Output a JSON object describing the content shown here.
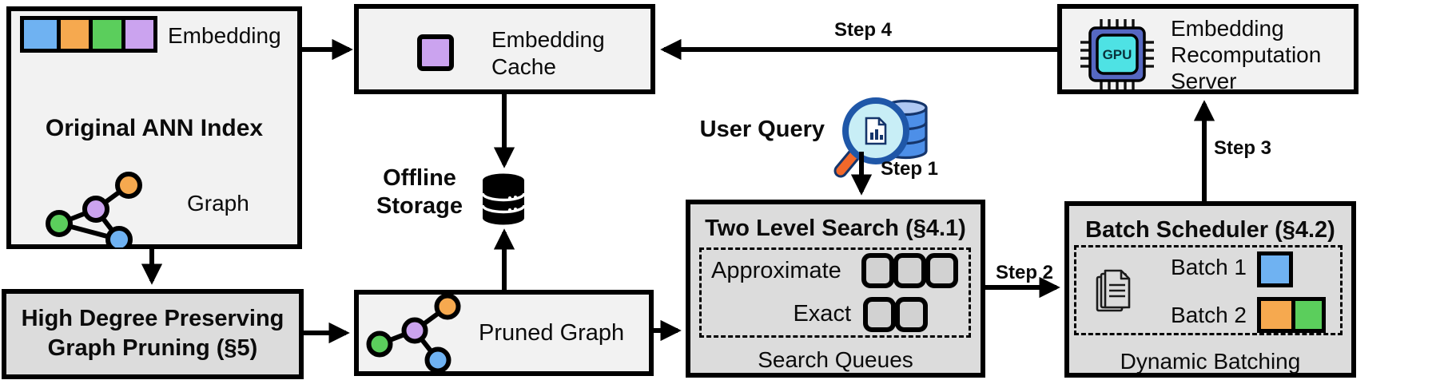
{
  "colors": {
    "blue": "#6FB2F2",
    "orange": "#F6A94F",
    "green": "#5BCE5C",
    "purple": "#CBA3EF",
    "box_light": "#F2F2F2",
    "box_dark": "#DCDCDC",
    "queue_fill": "#D2D2D2",
    "gpu_body": "#5668C2",
    "gpu_screen": "#4EE2E4",
    "db_blue": "#4D8FE8",
    "db_blue_light": "#AFC8F2",
    "lens_fill": "#C8EEF6",
    "lens_rim": "#1F57A8",
    "handle_orange": "#F2682A"
  },
  "ann_index": {
    "embedding_label": "Embedding",
    "embedding_colors": [
      "blue",
      "orange",
      "green",
      "purple"
    ],
    "title": "Original ANN Index",
    "graph_label": "Graph"
  },
  "embedding_cache": {
    "line1": "Embedding",
    "line2": "Cache"
  },
  "recomputation_server": {
    "line1": "Embedding",
    "line2": "Recomputation",
    "line3": "Server",
    "gpu_label": "GPU"
  },
  "offline_storage": {
    "line1": "Offline",
    "line2": "Storage"
  },
  "user_query": {
    "label": "User Query"
  },
  "steps": {
    "step1": "Step 1",
    "step2": "Step 2",
    "step3": "Step 3",
    "step4": "Step 4"
  },
  "high_degree_pruning": {
    "line1": "High Degree Preserving",
    "line2": "Graph Pruning (§5)"
  },
  "pruned_graph": {
    "label": "Pruned Graph"
  },
  "two_level_search": {
    "title": "Two Level Search (§4.1)",
    "approximate_label": "Approximate",
    "exact_label": "Exact",
    "approximate_queue_count": 3,
    "exact_queue_count": 2,
    "caption": "Search Queues"
  },
  "batch_scheduler": {
    "title": "Batch Scheduler (§4.2)",
    "batch1_label": "Batch 1",
    "batch1_colors": [
      "blue"
    ],
    "batch2_label": "Batch 2",
    "batch2_colors": [
      "orange",
      "green"
    ],
    "caption": "Dynamic Batching"
  }
}
